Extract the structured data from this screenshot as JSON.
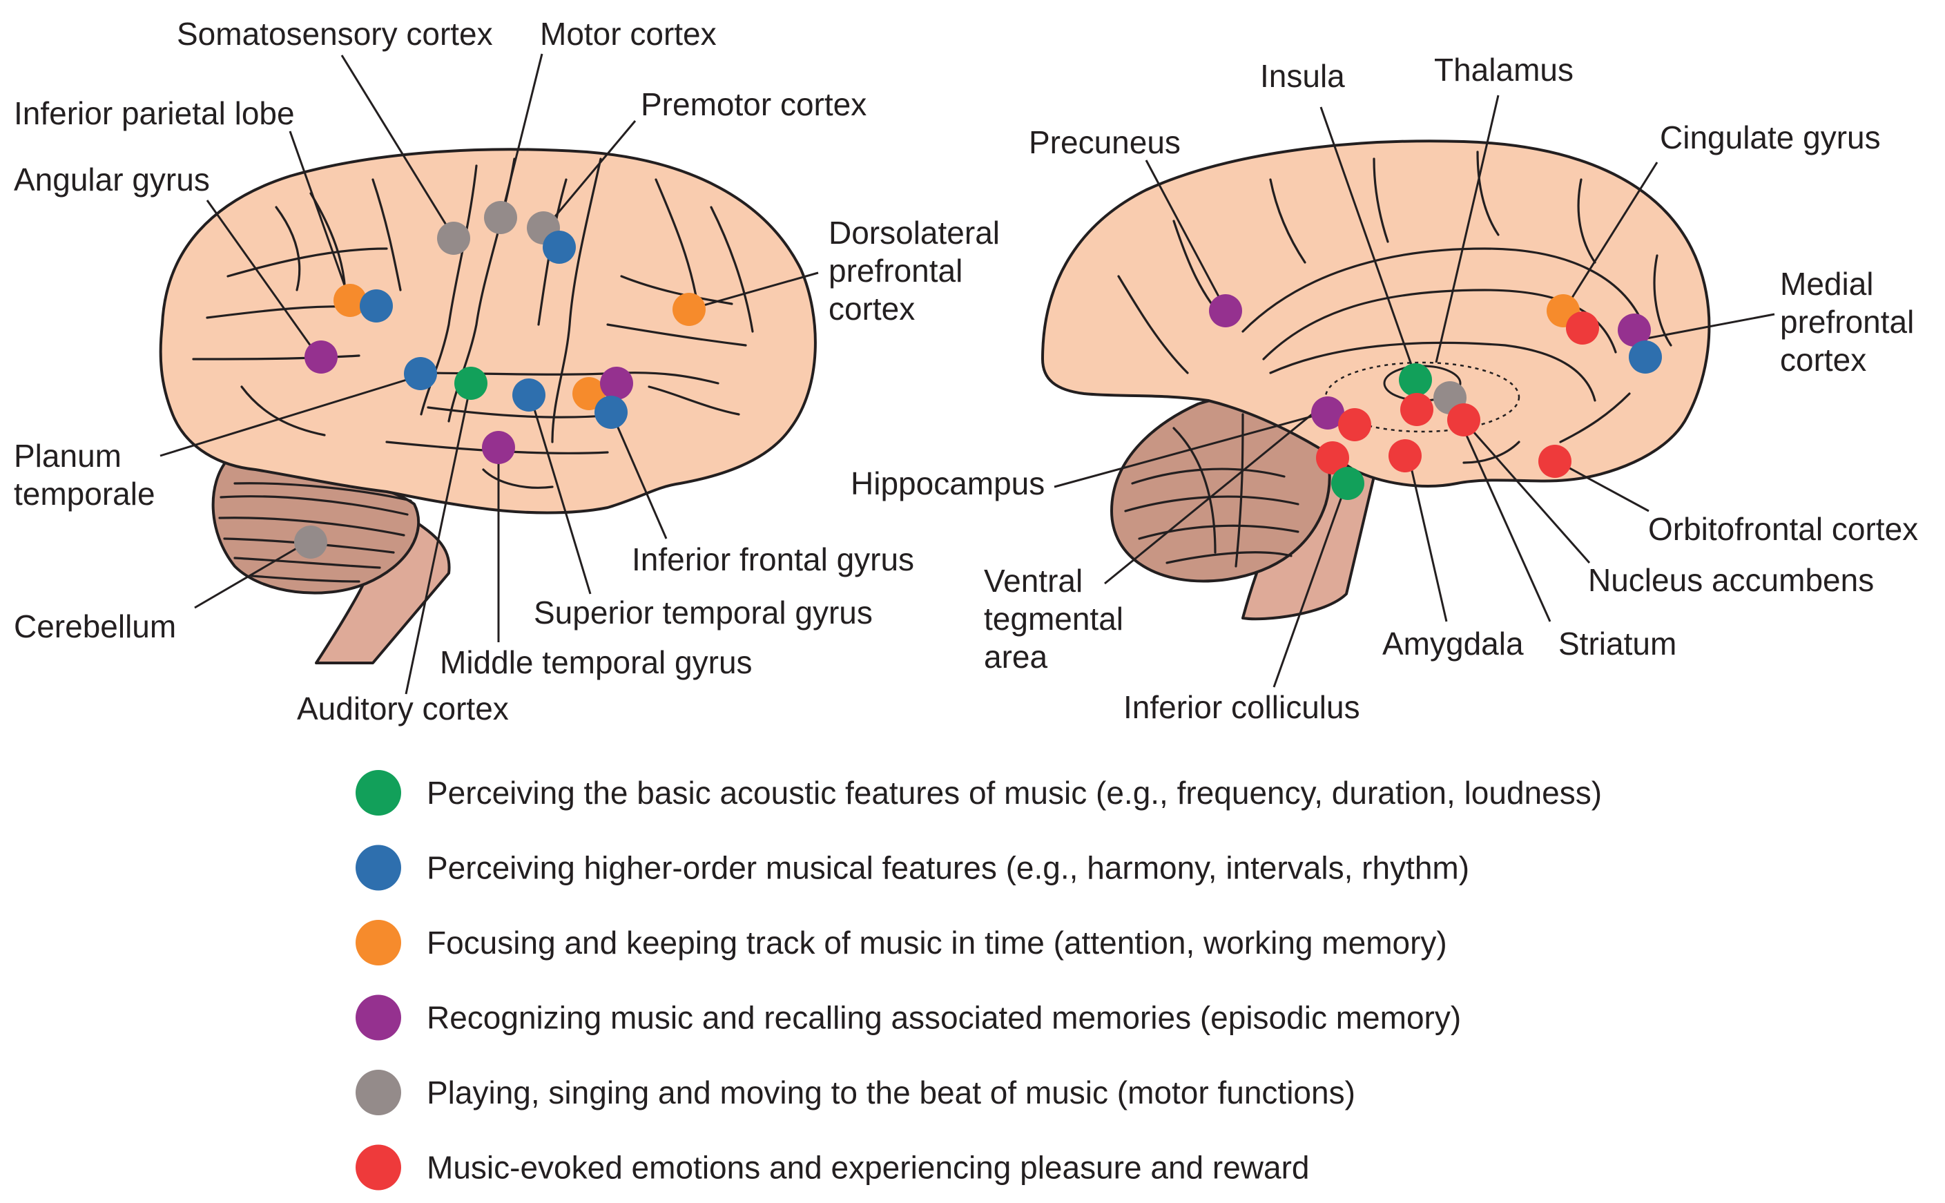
{
  "colors": {
    "green": "#12a05a",
    "blue": "#2e6fae",
    "orange": "#f68b2c",
    "purple": "#95318f",
    "gray": "#948b8a",
    "red": "#ee3a3b",
    "brain_fill": "#f9ccaf",
    "cerebellum_fill": "#c89684",
    "brainstem_fill": "#deaa98",
    "outline": "#231f20"
  },
  "lateral_view": {
    "labels": {
      "somatosensory_cortex": "Somatosensory cortex",
      "motor_cortex": "Motor cortex",
      "premotor_cortex": "Premotor cortex",
      "inferior_parietal_lobe": "Inferior parietal lobe",
      "angular_gyrus": "Angular gyrus",
      "dlpfc_line1": "Dorsolateral",
      "dlpfc_line2": "prefrontal",
      "dlpfc_line3": "cortex",
      "planum_line1": "Planum",
      "planum_line2": "temporale",
      "cerebellum": "Cerebellum",
      "auditory_cortex": "Auditory cortex",
      "middle_temporal_gyrus": "Middle temporal gyrus",
      "superior_temporal_gyrus": "Superior temporal gyrus",
      "inferior_frontal_gyrus": "Inferior frontal gyrus"
    }
  },
  "medial_view": {
    "labels": {
      "insula": "Insula",
      "thalamus": "Thalamus",
      "precuneus": "Precuneus",
      "cingulate_gyrus": "Cingulate gyrus",
      "mpfc_line1": "Medial",
      "mpfc_line2": "prefrontal",
      "mpfc_line3": "cortex",
      "hippocampus": "Hippocampus",
      "orbitofrontal_cortex": "Orbitofrontal cortex",
      "nucleus_accumbens": "Nucleus accumbens",
      "vta_line1": "Ventral",
      "vta_line2": "tegmental",
      "vta_line3": "area",
      "amygdala": "Amygdala",
      "striatum": "Striatum",
      "inferior_colliculus": "Inferior colliculus"
    }
  },
  "legend": [
    {
      "color": "green",
      "text": "Perceiving the basic acoustic features of music (e.g., frequency, duration, loudness)"
    },
    {
      "color": "blue",
      "text": "Perceiving higher-order musical features (e.g., harmony, intervals, rhythm)"
    },
    {
      "color": "orange",
      "text": "Focusing and keeping track of music in time (attention, working memory)"
    },
    {
      "color": "purple",
      "text": "Recognizing music and recalling associated memories (episodic memory)"
    },
    {
      "color": "gray",
      "text": "Playing, singing and moving to the beat of music (motor functions)"
    },
    {
      "color": "red",
      "text": "Music-evoked emotions and experiencing pleasure and reward"
    }
  ]
}
